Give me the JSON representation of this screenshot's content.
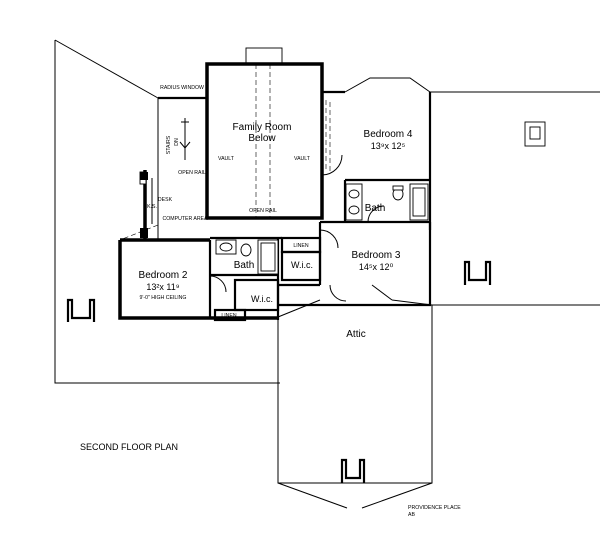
{
  "title": "SECOND FLOOR PLAN",
  "plan_name": "PROVIDENCE PLACE",
  "plan_code": "AB",
  "rooms": {
    "family_room": {
      "line1": "Family Room",
      "line2": "Below"
    },
    "bedroom4": {
      "name": "Bedroom 4",
      "dim": "13⁹x 12⁵"
    },
    "bedroom3": {
      "name": "Bedroom 3",
      "dim": "14⁵x 12⁰"
    },
    "bedroom2": {
      "name": "Bedroom 2",
      "dim": "13²x 11⁹",
      "note": "9'-0\" HIGH CEILING"
    },
    "bath_upper": "Bath",
    "bath_lower": "Bath",
    "wic_upper": "W.i.c.",
    "wic_lower": "W.i.c.",
    "attic": "Attic"
  },
  "labels": {
    "radius_window": "RADIUS WINDOW",
    "stairs": "STAIRS",
    "dn": "DN",
    "open_rail_left": "OPEN RAIL",
    "open_rail_bottom": "OPEN RAIL",
    "vault_left": "VAULT",
    "vault_right": "VAULT",
    "desk": "DESK",
    "ks": "K.S.",
    "computer_area": "COMPUTER AREA",
    "linen_upper": "LINEN",
    "linen_lower": "LINEN"
  }
}
